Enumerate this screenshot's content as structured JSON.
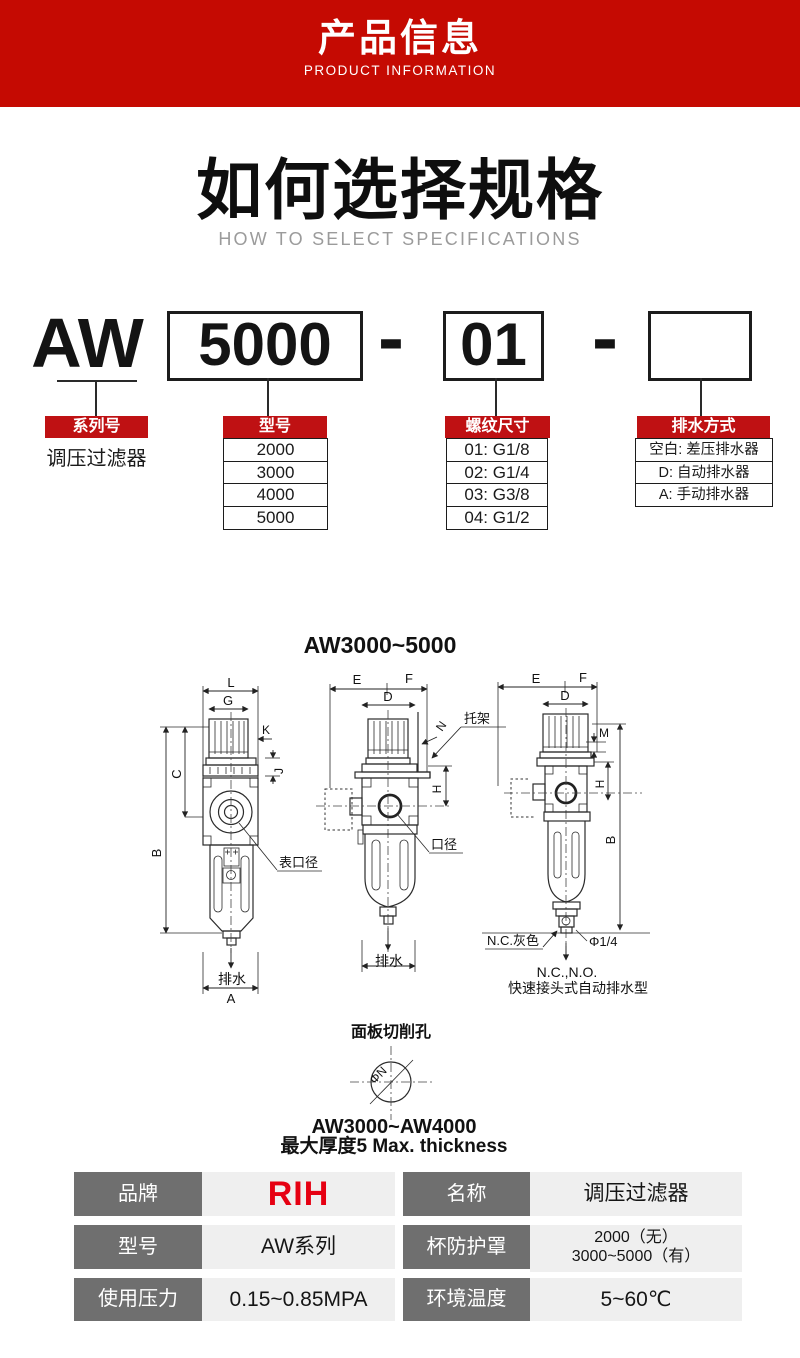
{
  "colors": {
    "banner_red": "#c50a02",
    "header_red": "#bf1113",
    "rih_red": "#e60012",
    "label_gray": "#6f6f6f",
    "cell_gray": "#efefef"
  },
  "banner": {
    "title": "产品信息",
    "subtitle": "PRODUCT INFORMATION"
  },
  "section_title": {
    "title": "如何选择规格",
    "subtitle": "HOW TO SELECT SPECIFICATIONS"
  },
  "model_code": {
    "prefix": "AW",
    "model": "5000",
    "separator1": "-",
    "thread": "01",
    "separator2": "-"
  },
  "columns": {
    "series": {
      "header": "系列号",
      "value": "调压过滤器"
    },
    "model": {
      "header": "型号",
      "rows": [
        "2000",
        "3000",
        "4000",
        "5000"
      ]
    },
    "thread": {
      "header": "螺纹尺寸",
      "rows": [
        "01: G1/8",
        "02: G1/4",
        "03: G3/8",
        "04: G1/2"
      ]
    },
    "drain": {
      "header": "排水方式",
      "rows": [
        "空白: 差压排水器",
        "D: 自动排水器",
        "A: 手动排水器"
      ]
    }
  },
  "drawing": {
    "title": "AW3000~5000",
    "labels": {
      "L": "L",
      "G": "G",
      "K": "K",
      "C": "C",
      "B": "B",
      "J": "J",
      "A": "A",
      "E": "E",
      "F": "F",
      "D": "D",
      "N": "N",
      "H": "H",
      "M": "M",
      "gauge_port": "表口径",
      "port": "口径",
      "bracket": "托架",
      "drain_front": "排水",
      "drain_side": "排水",
      "nc_gray": "N.C.灰色",
      "phi_quarter": "Φ1/4",
      "nc_no": "N.C.,N.O.",
      "quick_type": "快速接头式自动排水型",
      "panel_hole": "面板切削孔",
      "phi_n": "ΦN",
      "panel_range": "AW3000~AW4000",
      "max_thickness": "最大厚度5 Max. thickness"
    }
  },
  "spec_table": {
    "rows": [
      {
        "label1": "品牌",
        "value1": "RIH",
        "label2": "名称",
        "value2": "调压过滤器"
      },
      {
        "label1": "型号",
        "value1": "AW系列",
        "label2": "杯防护罩",
        "value2_line1": "2000（无）",
        "value2_line2": "3000~5000（有）"
      },
      {
        "label1": "使用压力",
        "value1": "0.15~0.85MPA",
        "label2": "环境温度",
        "value2": "5~60℃"
      }
    ]
  }
}
